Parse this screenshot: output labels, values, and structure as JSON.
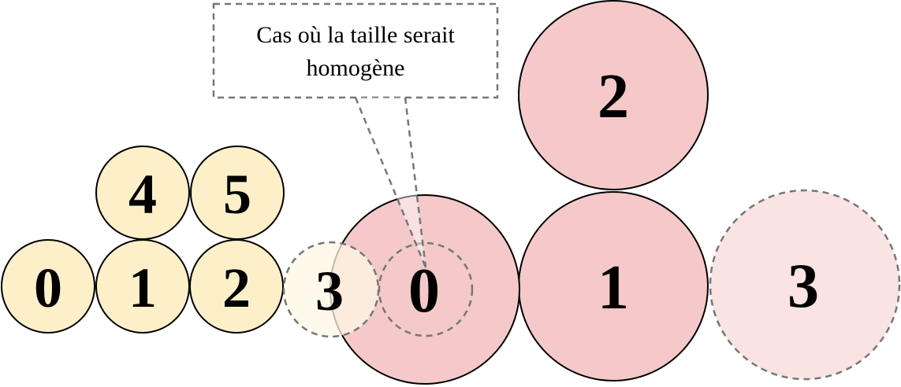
{
  "callout": {
    "line1": "Cas où la taille serait",
    "line2": "homogène"
  },
  "small_circles": {
    "c0": "0",
    "c1": "1",
    "c2": "2",
    "c3_ghost": "3",
    "c4": "4",
    "c5": "5"
  },
  "large_circles": {
    "c0": "0",
    "c1": "1",
    "c2": "2",
    "c3_ghost": "3"
  },
  "colors": {
    "small_fill": "#fdf0c9",
    "small_ghost_fill": "#fef7e3",
    "large_fill": "#f5c9c9",
    "large_ghost_fill": "#fae3e3",
    "stroke": "#000000",
    "dashed_stroke": "#777777"
  }
}
